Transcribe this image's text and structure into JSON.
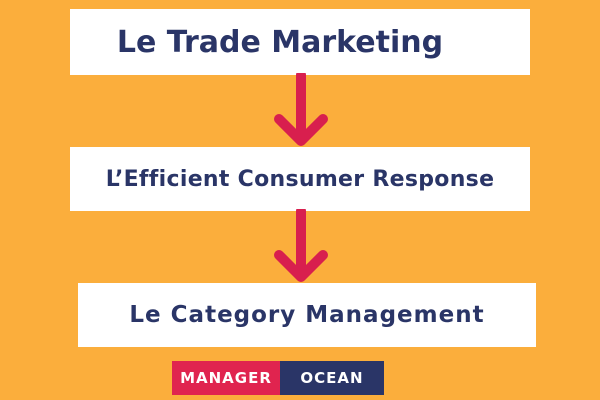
{
  "steps": [
    {
      "label": "Le Trade Marketing"
    },
    {
      "label": "L’Efficient Consumer Response"
    },
    {
      "label": "Le Category Management"
    }
  ],
  "logo": {
    "left_text": "MANAGER",
    "right_text": "OCEAN"
  },
  "colors": {
    "background": "#FBAE3C",
    "box": "#FFFFFF",
    "text": "#2A3567",
    "arrow": "#D81F4E",
    "logo_left": "#E0244F",
    "logo_right": "#2A3567"
  },
  "icons": [
    "arrow-down-icon",
    "arrow-down-icon"
  ]
}
